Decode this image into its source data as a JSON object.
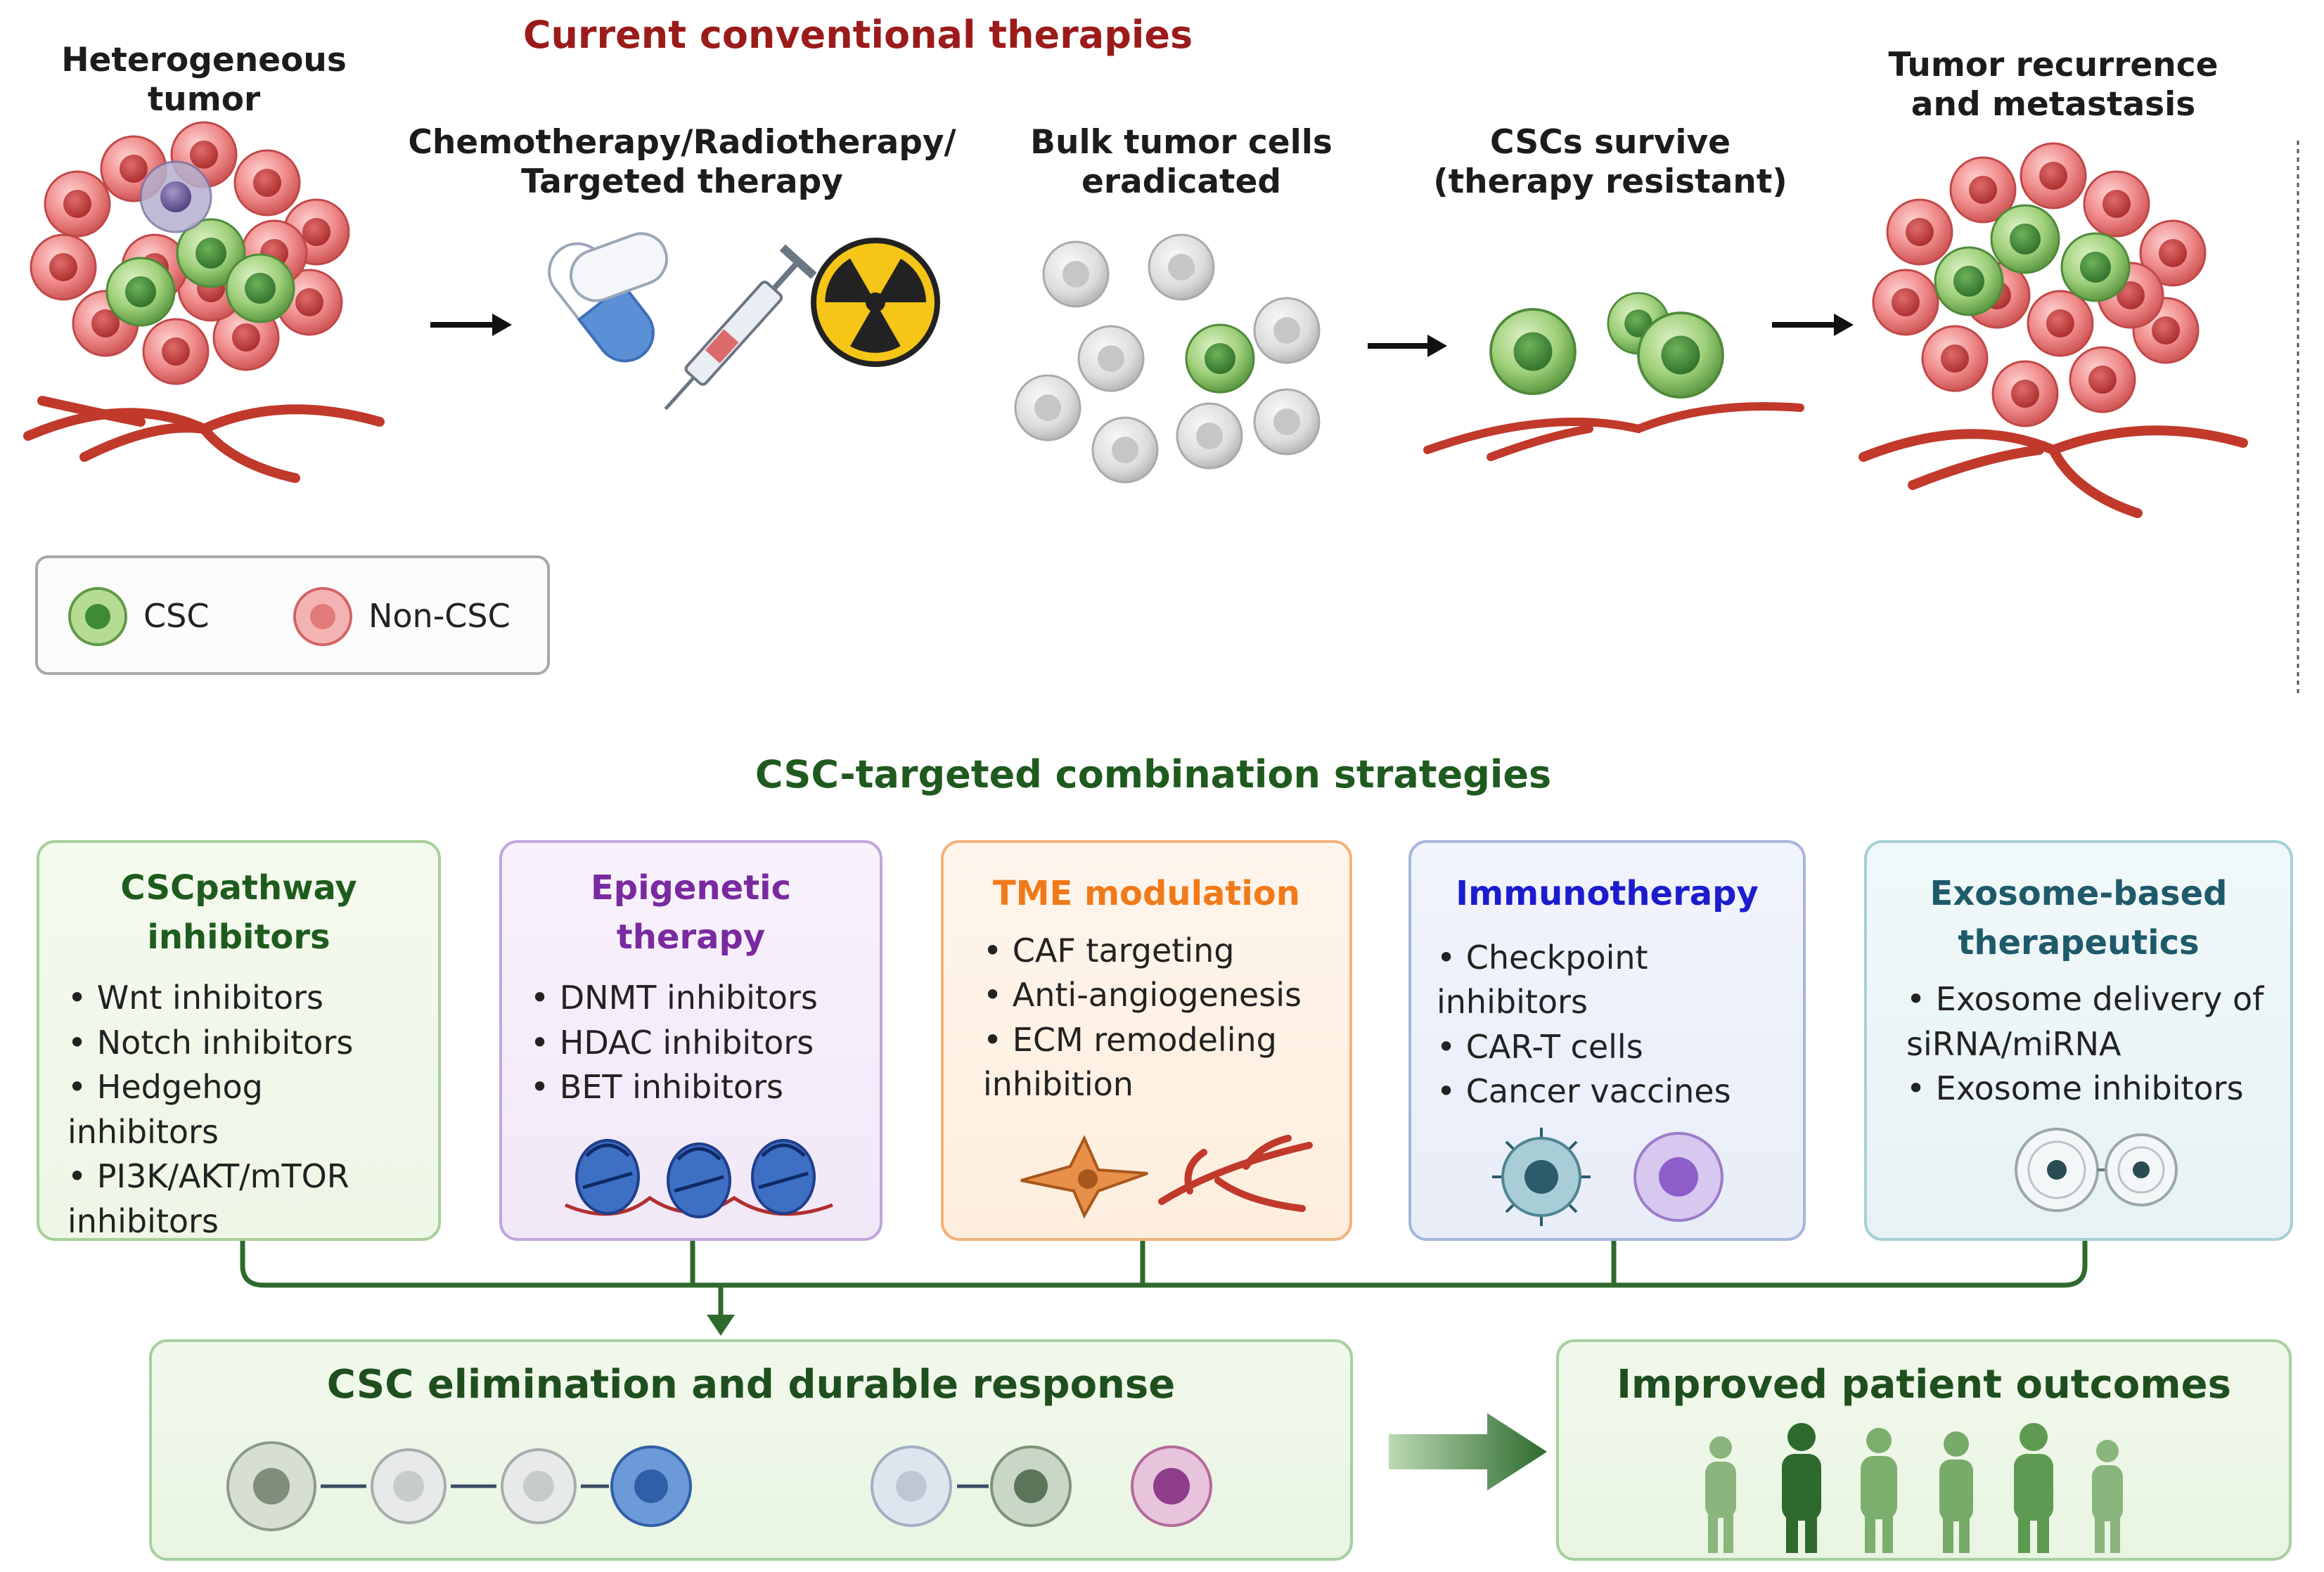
{
  "header": {
    "conventional_title": "Current conventional therapies"
  },
  "steps": {
    "tumor": "Heterogeneous\ntumor",
    "therapy": "Chemotherapy/Radiotherapy/\nTargeted therapy",
    "bulk": "Bulk tumor cells\neradicated",
    "cscs": "CSCs survive\n(therapy resistant)",
    "recurrence": "Tumor recurrence\nand metastasis"
  },
  "legend": {
    "csc_label": "CSC",
    "noncsc_label": "Non-CSC"
  },
  "strategies": {
    "title": "CSC-targeted combination strategies",
    "boxes": [
      {
        "title": "CSCpathway\ninhibitors",
        "items": [
          "Wnt inhibitors",
          "Notch inhibitors",
          "Hedgehog inhibitors",
          "PI3K/AKT/mTOR inhibitors"
        ]
      },
      {
        "title": "Epigenetic\ntherapy",
        "items": [
          "DNMT inhibitors",
          "HDAC inhibitors",
          "BET inhibitors"
        ]
      },
      {
        "title": "TME modulation",
        "items": [
          "CAF targeting",
          "Anti-angiogenesis",
          "ECM remodeling inhibition"
        ]
      },
      {
        "title": "Immunotherapy",
        "items": [
          "Checkpoint inhibitors",
          "CAR-T cells",
          "Cancer vaccines"
        ]
      },
      {
        "title": "Exosome-based\ntherapeutics",
        "items": [
          "Exosome delivery of siRNA/miRNA",
          "Exosome inhibitors"
        ]
      }
    ]
  },
  "outcomes": {
    "elimination": "CSC elimination and durable response",
    "improved": "Improved patient outcomes"
  },
  "colors": {
    "red_title": "#9b1b1b",
    "green_title": "#1f5a1f",
    "box1_title": "#1e5c1e",
    "box2_title": "#7a2aa0",
    "box3_title": "#f07a1a",
    "box4_title": "#1c1ccc",
    "box5_title": "#1e5a6a",
    "connector": "#2d6a2d"
  },
  "icons": [
    "arrow-right-icon",
    "capsule-icon",
    "syringe-icon",
    "radiation-icon",
    "nucleosome-icon",
    "fibroblast-icon",
    "immune-cell-icon",
    "exosome-icon",
    "person-icon"
  ]
}
